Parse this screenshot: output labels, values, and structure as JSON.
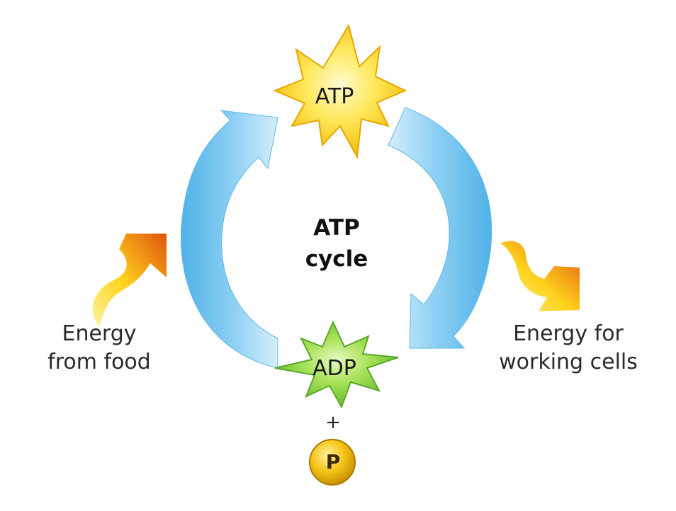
{
  "diagram": {
    "center": {
      "line1": "ATP",
      "line2": "cycle"
    },
    "atp_star": {
      "label": "ATP",
      "color": "#FFD21C"
    },
    "adp_star": {
      "label": "ADP",
      "color": "#7DD23A"
    },
    "plus_sign": "+",
    "phosphate": {
      "label": "P",
      "color": "#E6B000"
    },
    "left_energy": {
      "line1": "Energy",
      "line2": "from food"
    },
    "right_energy": {
      "line1": "Energy for",
      "line2": "working cells"
    },
    "arrow_color": "#7EC8F0",
    "energy_squiggle_colors": [
      "#FFE44A",
      "#E0550E"
    ]
  }
}
